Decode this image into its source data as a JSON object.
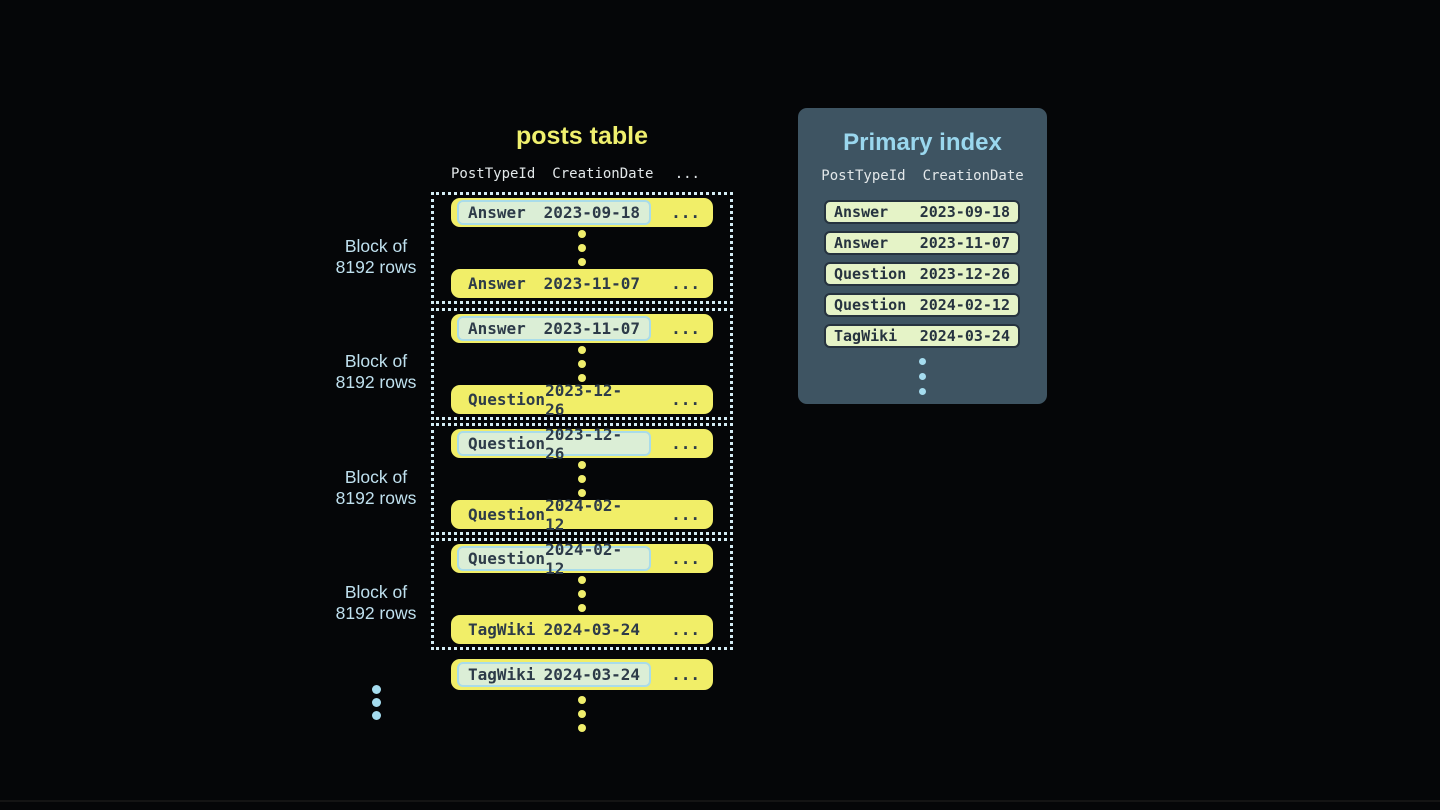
{
  "posts_table": {
    "title": "posts table",
    "header": {
      "col1": "PostTypeId",
      "col2": "CreationDate",
      "col3": "..."
    },
    "blocks": [
      {
        "label1": "Block of",
        "label2": "8192 rows",
        "first": {
          "type": "Answer",
          "date": "2023-09-18",
          "more": "..."
        },
        "last": {
          "type": "Answer",
          "date": "2023-11-07",
          "more": "..."
        }
      },
      {
        "label1": "Block of",
        "label2": "8192 rows",
        "first": {
          "type": "Answer",
          "date": "2023-11-07",
          "more": "..."
        },
        "last": {
          "type": "Question",
          "date": "2023-12-26",
          "more": "..."
        }
      },
      {
        "label1": "Block of",
        "label2": "8192 rows",
        "first": {
          "type": "Question",
          "date": "2023-12-26",
          "more": "..."
        },
        "last": {
          "type": "Question",
          "date": "2024-02-12",
          "more": "..."
        }
      },
      {
        "label1": "Block of",
        "label2": "8192 rows",
        "first": {
          "type": "Question",
          "date": "2024-02-12",
          "more": "..."
        },
        "last": {
          "type": "TagWiki",
          "date": "2024-03-24",
          "more": "..."
        }
      }
    ],
    "overflow_row": {
      "type": "TagWiki",
      "date": "2024-03-24",
      "more": "..."
    }
  },
  "primary_index": {
    "title": "Primary index",
    "header": {
      "col1": "PostTypeId",
      "col2": "CreationDate"
    },
    "rows": [
      {
        "type": "Answer",
        "date": "2023-09-18"
      },
      {
        "type": "Answer",
        "date": "2023-11-07"
      },
      {
        "type": "Question",
        "date": "2023-12-26"
      },
      {
        "type": "Question",
        "date": "2024-02-12"
      },
      {
        "type": "TagWiki",
        "date": "2024-03-24"
      }
    ]
  },
  "colors": {
    "background": "#050608",
    "row_yellow": "#f1ee68",
    "highlight_fill": "#dbeed6",
    "highlight_border": "#a9dcea",
    "dark_text": "#2d3b49",
    "panel_bg": "#3e5462",
    "panel_title_blue": "#9ad7ee",
    "index_row_fill": "#e5f3c7",
    "index_row_border": "#26333f",
    "light_blue_dots": "#a5dcef",
    "block_label_blue": "#bfe0ee",
    "dotted_border": "#d4ecf4",
    "title_yellow": "#f0f06e",
    "header_text": "#e3e8ea"
  }
}
